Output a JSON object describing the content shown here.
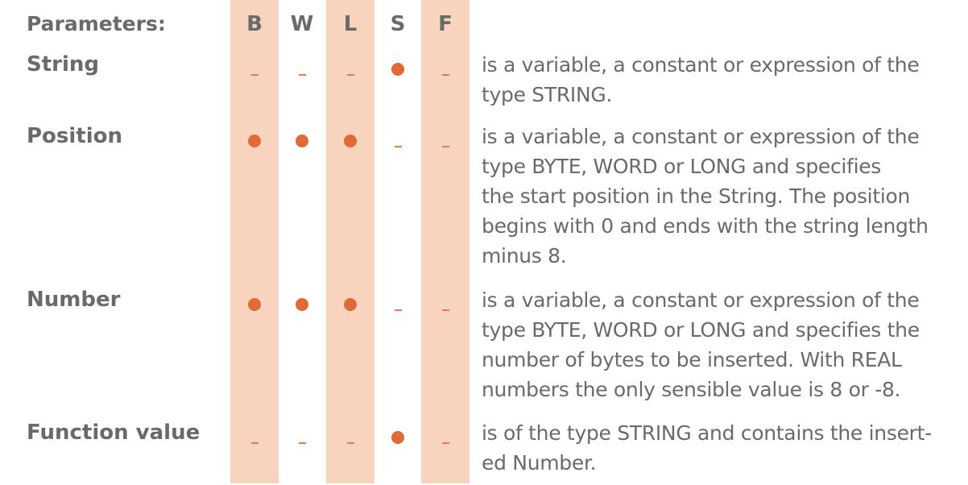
{
  "header": {
    "label": "Parameters:",
    "columns": [
      "B",
      "W",
      "L",
      "S",
      "F"
    ]
  },
  "rows": [
    {
      "label": "String",
      "marks": [
        "-",
        "-",
        "-",
        "•",
        "-"
      ],
      "description": [
        "is a variable, a constant or expression of the",
        "type STRING."
      ]
    },
    {
      "label": "Position",
      "marks": [
        "•",
        "•",
        "•",
        "-",
        "-"
      ],
      "description": [
        "is a variable, a constant or expression of the",
        "type BYTE, WORD or LONG and specifies",
        "the start position in the String. The position",
        "begins with 0 and ends with the string length",
        "minus 8."
      ]
    },
    {
      "label": "Number",
      "marks": [
        "•",
        "•",
        "•",
        "-",
        "-"
      ],
      "description": [
        "is a variable, a constant or expression of the",
        "type BYTE, WORD or LONG and specifies the",
        "number of bytes to be inserted. With REAL",
        "numbers the only sensible value is 8 or -8."
      ]
    },
    {
      "label": "Function value",
      "marks": [
        "-",
        "-",
        "-",
        "•",
        "-"
      ],
      "description": [
        "is of the type STRING and contains the insert-",
        "ed Number."
      ]
    }
  ],
  "colors": {
    "band": "#f8d3bd",
    "mark": "#e06a35",
    "text": "#6a6a6a"
  }
}
